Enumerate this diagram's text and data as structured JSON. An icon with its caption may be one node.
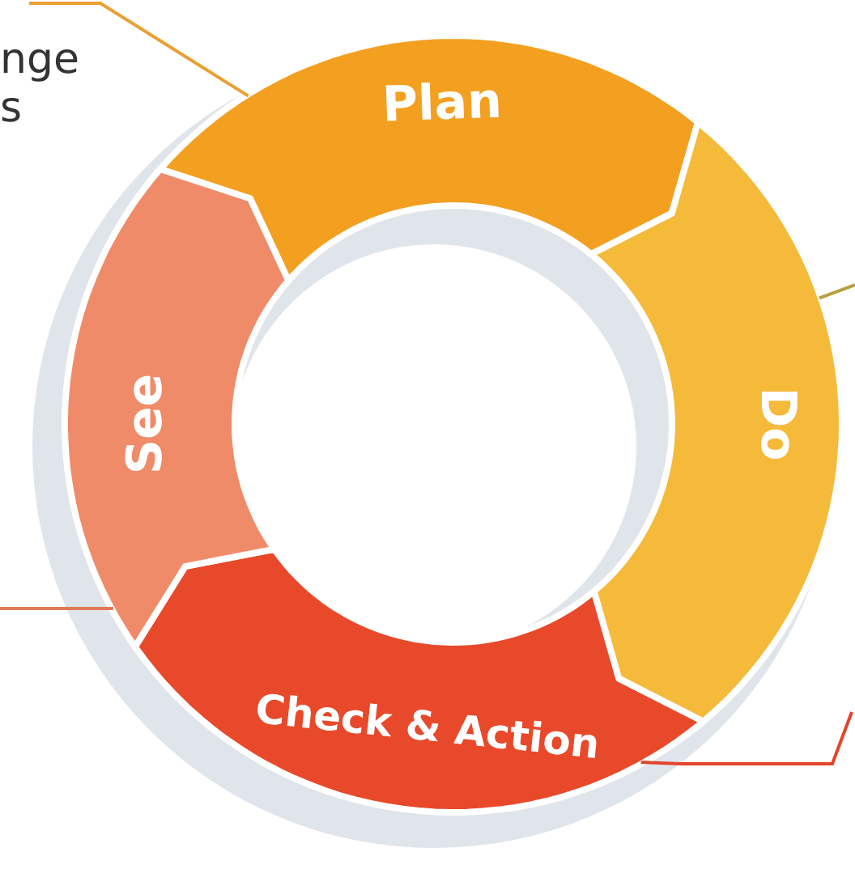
{
  "diagram": {
    "nodes": [
      {
        "text": [
          "Plan"
        ]
      },
      {
        "text": [
          "Do"
        ]
      },
      {
        "text": [
          "Check & Action"
        ]
      },
      {
        "text": [
          "See"
        ]
      }
    ],
    "edges": [
      {
        "from": null,
        "to": 0,
        "arrow": "none",
        "color": "#e9a033"
      },
      {
        "from": null,
        "to": 1,
        "arrow": "none",
        "color": "#b8a040"
      },
      {
        "from": null,
        "to": 3,
        "arrow": "none",
        "color": "#e07a55"
      },
      {
        "from": null,
        "to": 2,
        "arrow": "none",
        "color": "#e2452a"
      }
    ],
    "labels": [
      "nge s"
    ]
  }
}
